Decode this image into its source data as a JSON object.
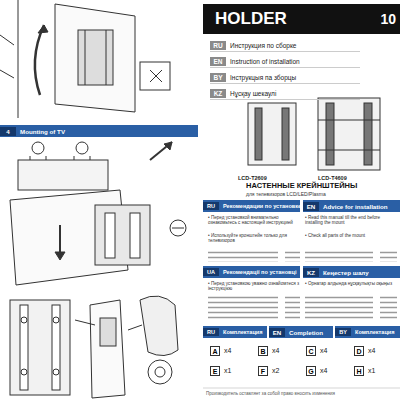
{
  "diagram": {
    "nodes": [
      {
        "text": [
          "HOLDER",
          "10"
        ]
      },
      {
        "text": [
          "RU",
          "Инструкция по сборке"
        ]
      },
      {
        "text": [
          "EN",
          "Instruction of installation"
        ]
      },
      {
        "text": [
          "BY",
          "Інструкцыя па зборцы"
        ]
      },
      {
        "text": [
          "KZ",
          "Нұсқау шекаулі"
        ]
      },
      {
        "text": [
          "4",
          "Mounting of TV"
        ]
      },
      {
        "text": [
          "RU",
          "Рекомендации по установке"
        ]
      },
      {
        "text": [
          "EN",
          "Advice for installation"
        ]
      },
      {
        "text": [
          "UA",
          "Рекомендації по установці"
        ]
      },
      {
        "text": [
          "KZ",
          "Кеңестер шалу"
        ]
      },
      {
        "text": [
          "RU",
          "Комплектация"
        ]
      },
      {
        "text": [
          "EN",
          "Completion"
        ]
      },
      {
        "text": [
          "BY",
          "Комплектация"
        ]
      },
      {
        "text": [
          "A"
        ]
      },
      {
        "text": [
          "B"
        ]
      },
      {
        "text": [
          "C"
        ]
      },
      {
        "text": [
          "D"
        ]
      },
      {
        "text": [
          "E"
        ]
      },
      {
        "text": [
          "F"
        ]
      },
      {
        "text": [
          "G"
        ]
      },
      {
        "text": [
          "H"
        ]
      }
    ],
    "labels": [
      "LCD-T2609",
      "LCD-T4609",
      "НАСТЕННЫЕ КРЕЙНШТЕЙНЫ",
      "для телевизоров LCD/LED/Plasma",
      "• Перед установкой внимательно ознакомьтесь с настоящей инструкцией",
      "• Используйте кронштейн только для телевизоров",
      "• Read this manual till the end before installing the mount",
      "• Check all parts of the mount",
      "• Перед установкою уважно ознайомтеся з інструкцією",
      "• Орнатар алдында нұсқаулықты оқыңыз",
      "x4",
      "x4",
      "x4",
      "x4",
      "x1",
      "x2",
      "x4",
      "x1",
      "Производитель оставляет за собой право вносить изменения"
    ]
  }
}
